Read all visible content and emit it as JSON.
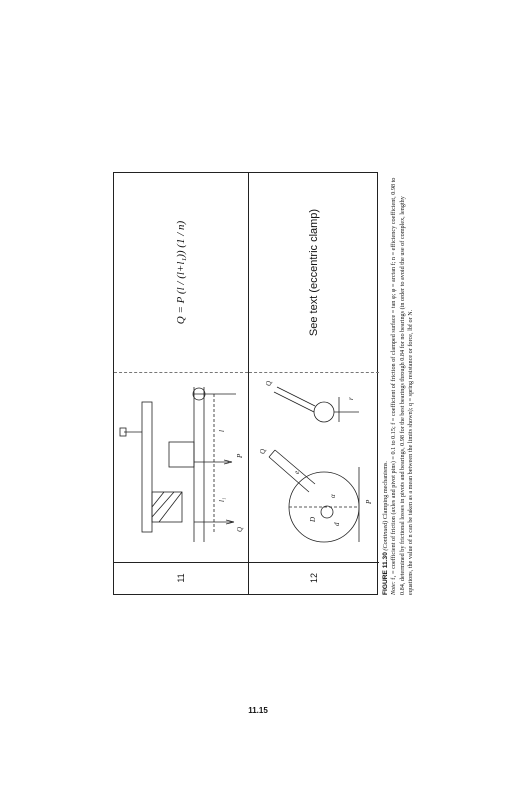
{
  "table": {
    "rows": [
      {
        "number": "11",
        "formula": "Q = P (l / (l+l₁)) (1 / n)",
        "figure_labels": [
          "Q",
          "Q",
          "P",
          "l",
          "l₁"
        ]
      },
      {
        "number": "12",
        "text": "See text (eccentric clamp)",
        "figure_labels": [
          "Q",
          "Q",
          "P",
          "e",
          "α",
          "D",
          "d",
          "r"
        ]
      }
    ]
  },
  "caption": {
    "figure_id": "FIGURE 11.30",
    "continued": "(Continued)",
    "title": "Clamping mechanisms.",
    "note_label": "Note:",
    "note_text": "f₁ = coefficient of friction (axles and pivot pins) = 0.1 to 0.15; f = coefficient of friction of clamped surface = tan φ; φ = arctan f; n = efficiency coefficient, 0.98 to 0.84, determined by frictional losses in pivots and bearings, 0.98 for the best bearings through 0.84 for no bearings (in order to avoid the use of complex, lengthy equations, the value of n can be taken as a mean between the limits shown); q = spring resistance or force, lbf or N."
  },
  "page_number": "11.15"
}
